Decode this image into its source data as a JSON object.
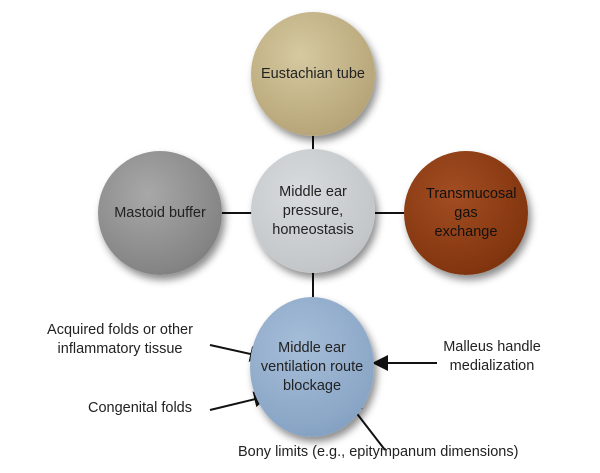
{
  "nodes": {
    "top": "Eustachian tube",
    "center": "Middle ear pressure, homeostasis",
    "left": "Mastoid buffer",
    "right": "Transmucosal gas exchange",
    "bottom": "Middle ear ventilation route blockage"
  },
  "factors": {
    "acquired": "Acquired folds or other inflammatory tissue",
    "congenital": "Congenital folds",
    "malleus": "Malleus handle medialization",
    "bony": "Bony limits (e.g., epitympanum dimensions)"
  },
  "colors": {
    "top": "#c8b98e",
    "center": "#c9cdd0",
    "left": "#8d8d8d",
    "right": "#8a3b16",
    "bottom": "#8eaacb"
  }
}
